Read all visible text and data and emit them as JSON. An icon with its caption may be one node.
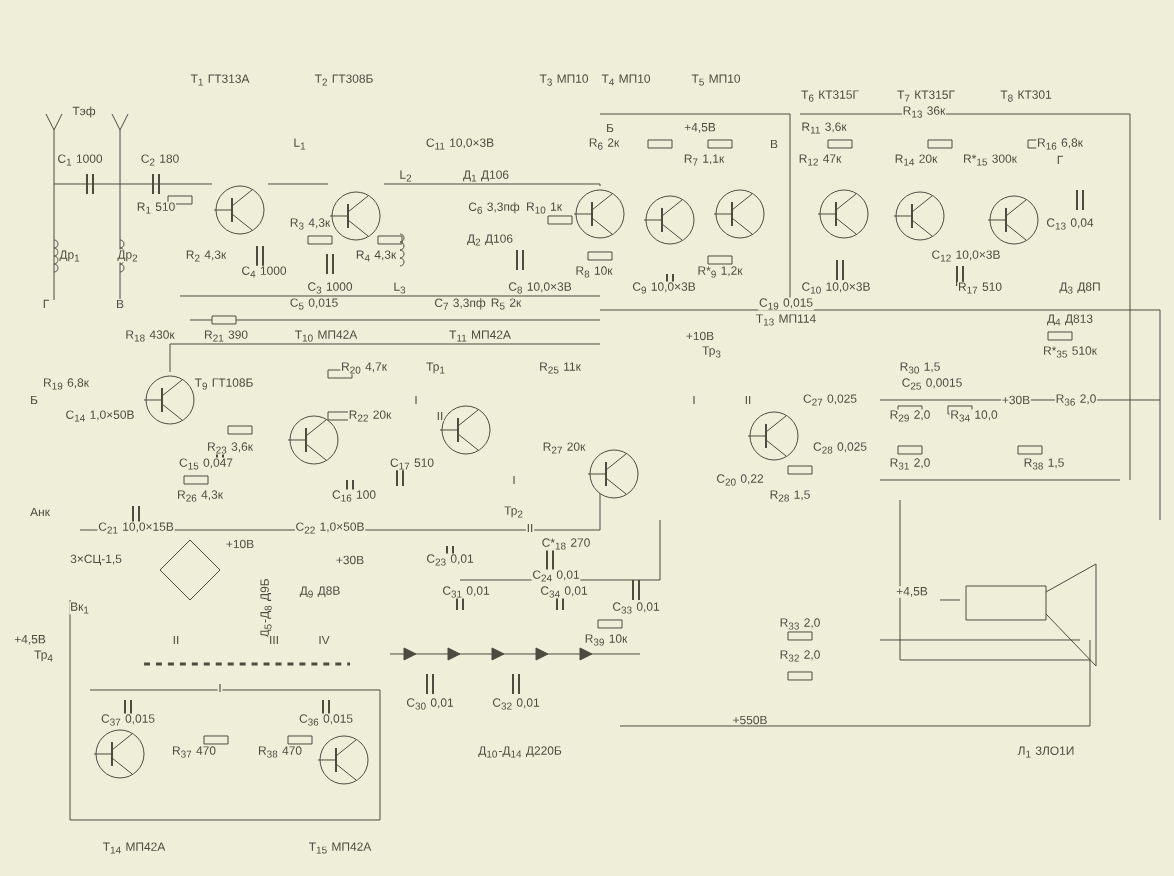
{
  "diagram": {
    "labels": [
      "Т$_{1}$ ГТ313А",
      "Т$_{2}$ ГТ308Б",
      "Т$_{3}$ МП10",
      "Т$_{4}$ МП10",
      "Т$_{5}$ МП10",
      "Т$_{6}$ КТ315Г",
      "Т$_{7}$ КТ315Г",
      "Т$_{8}$ КТ301",
      "Тэф",
      "R$_{13}$ 36к",
      "Б",
      "+4,5В",
      "R$_{11}$ 3,6к",
      "L$_{1}$",
      "C$_{11}$ 10,0×3В",
      "R$_{6}$ 2к",
      "В",
      "R$_{16}$ 6,8к",
      "C$_{1}$ 1000",
      "C$_{2}$ 180",
      "R$_{7}$ 1,1к",
      "R$_{12}$ 47к",
      "R$_{14}$ 20к",
      "R*$_{15}$ 300к",
      "Г",
      "L$_{2}$",
      "Д$_{1}$ Д106",
      "R$_{1}$ 510",
      "C$_{6}$ 3,3пф",
      "R$_{10}$ 1к",
      "R$_{3}$ 4,3к",
      "C$_{13}$ 0,04",
      "Д$_{2}$ Д106",
      "Др$_{1}$",
      "Др$_{2}$",
      "R$_{2}$ 4,3к",
      "R$_{4}$ 4,3к",
      "C$_{12}$ 10,0×3В",
      "C$_{4}$ 1000",
      "R$_{8}$ 10к",
      "R*$_{9}$ 1,2к",
      "C$_{3}$ 1000",
      "L$_{3}$",
      "C$_{8}$ 10,0×3В",
      "C$_{9}$ 10,0×3В",
      "C$_{10}$ 10,0×3В",
      "R$_{17}$ 510",
      "Д$_{3}$ Д8П",
      "Г",
      "В",
      "C$_{5}$ 0,015",
      "C$_{7}$ 3,3пф",
      "R$_{5}$ 2к",
      "C$_{19}$ 0,015",
      "Т$_{13}$ МП114",
      "Д$_{4}$ Д813",
      "R$_{18}$ 430к",
      "R$_{21}$ 390",
      "Т$_{10}$ МП42А",
      "Т$_{11}$ МП42А",
      "+10В",
      "Тр$_{3}$",
      "R*$_{35}$ 510к",
      "R$_{20}$ 4,7к",
      "Тр$_{1}$",
      "R$_{25}$ 11к",
      "R$_{30}$ 1,5",
      "R$_{19}$ 6,8к",
      "Т$_{9}$ ГТ108Б",
      "C$_{25}$ 0,0015",
      "Б",
      "I",
      "I",
      "II",
      "C$_{27}$ 0,025",
      "+30В",
      "R$_{36}$ 2,0",
      "C$_{14}$ 1,0×50В",
      "R$_{22}$ 20к",
      "II",
      "R$_{29}$ 2,0",
      "R$_{34}$ 10,0",
      "R$_{23}$ 3,6к",
      "R$_{27}$ 20к",
      "C$_{28}$ 0,025",
      "C$_{15}$ 0,047",
      "C$_{17}$ 510",
      "R$_{31}$ 2,0",
      "R$_{38}$ 1,5",
      "I",
      "C$_{20}$ 0,22",
      "R$_{26}$ 4,3к",
      "C$_{16}$ 100",
      "R$_{28}$ 1,5",
      "Анк",
      "Тр$_{2}$",
      "C$_{21}$ 10,0×15В",
      "C$_{22}$ 1,0×50В",
      "II",
      "+10В",
      "C*$_{18}$ 270",
      "3×СЦ-1,5",
      "+30В",
      "C$_{23}$ 0,01",
      "C$_{24}$ 0,01",
      "Д$_{9}$ Д8В",
      "C$_{31}$ 0,01",
      "C$_{34}$ 0,01",
      "+4,5В",
      "Вк$_{1}$",
      "Д$_{5}$-Д$_{8}$ Д9Б",
      "C$_{33}$ 0,01",
      "R$_{33}$ 2,0",
      "+4,5В",
      "II",
      "III",
      "IV",
      "R$_{39}$ 10к",
      "Тр$_{4}$",
      "R$_{32}$ 2,0",
      "I",
      "C$_{30}$ 0,01",
      "C$_{32}$ 0,01",
      "C$_{37}$ 0,015",
      "C$_{36}$ 0,015",
      "+550В",
      "R$_{37}$ 470",
      "R$_{38}$ 470",
      "Д$_{10}$-Д$_{14}$ Д220Б",
      "Л$_{1}$ 3ЛО1И",
      "Т$_{14}$ МП42А",
      "Т$_{15}$ МП42А"
    ]
  }
}
